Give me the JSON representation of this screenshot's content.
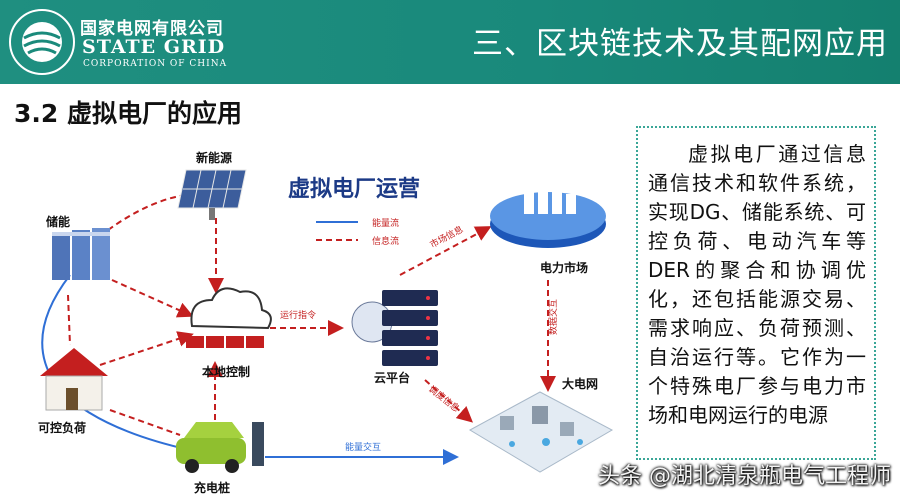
{
  "header": {
    "logo_cn": "国家电网有限公司",
    "logo_en": "STATE GRID",
    "logo_en_sub": "CORPORATION OF CHINA",
    "title": "三、区块链技术及其配网应用",
    "bg_color": "#1a8a7b"
  },
  "section_title": "3.2 虚拟电厂的应用",
  "diagram": {
    "title": "虚拟电厂运营",
    "legend": {
      "energy_flow": "能量流",
      "info_flow": "信息流"
    },
    "nodes": {
      "new_energy": "新能源",
      "storage": "储能",
      "local_control": "本地控制",
      "cloud_platform": "云平台",
      "power_market": "电力市场",
      "controllable_load": "可控负荷",
      "charging_pile": "充电桩",
      "main_grid": "大电网"
    },
    "edges": {
      "market_info": "市场信息",
      "operation_dispatch": "运行指令",
      "data_exchange": "数据交互",
      "dispatch_info": "调度信息",
      "energy_exchange": "能量交互"
    },
    "colors": {
      "energy": "#2f6fd6",
      "info": "#c41f1f"
    }
  },
  "description": "虚拟电厂通过信息通信技术和软件系统，实现DG、储能系统、可控负荷、电动汽车等DER的聚合和协调优化，还包括能源交易、需求响应、负荷预测、自治运行等。它作为一个特殊电厂参与电力市场和电网运行的电源",
  "watermark": "头条 @湖北清泉瓶电气工程师"
}
